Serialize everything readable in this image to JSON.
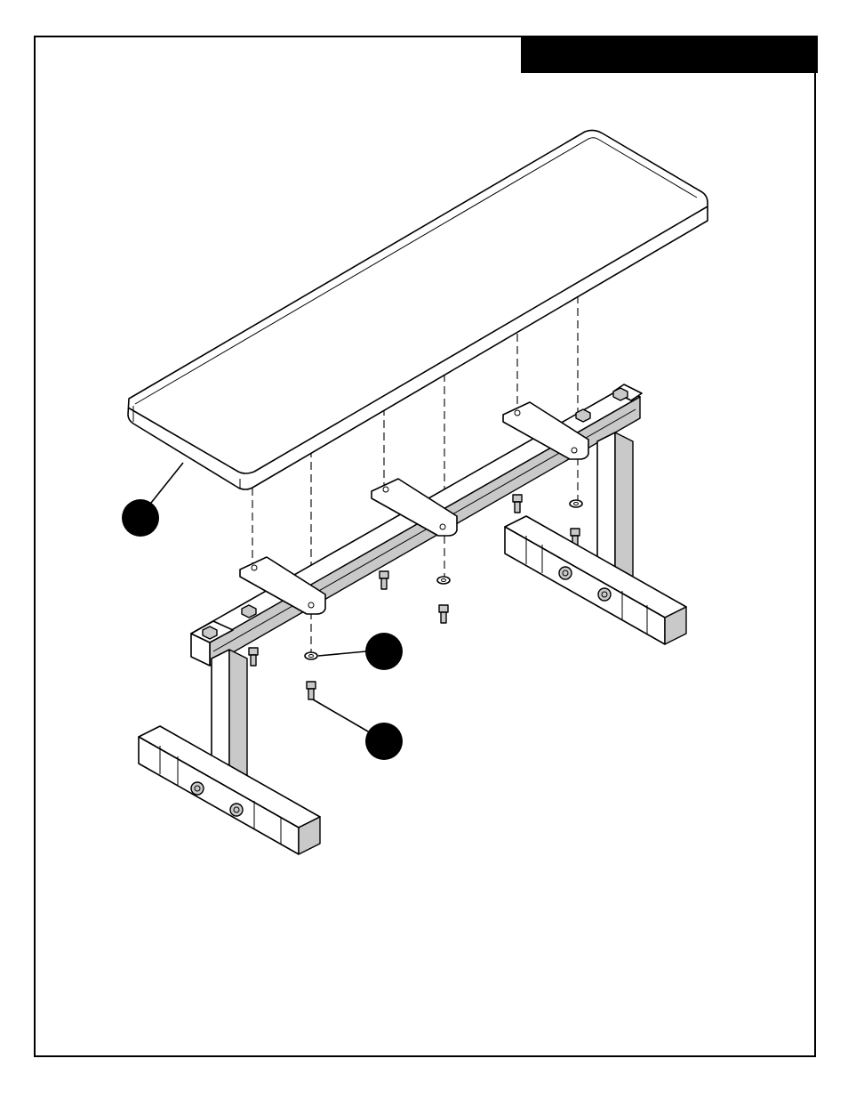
{
  "header": {
    "title": ""
  },
  "callouts": [
    {
      "id": "seat-pad-callout",
      "label": ""
    },
    {
      "id": "washer-callout",
      "label": ""
    },
    {
      "id": "bolt-callout",
      "label": ""
    }
  ],
  "colors": {
    "ink": "#000000",
    "paper": "#ffffff",
    "shade": "#c9c9c9"
  }
}
